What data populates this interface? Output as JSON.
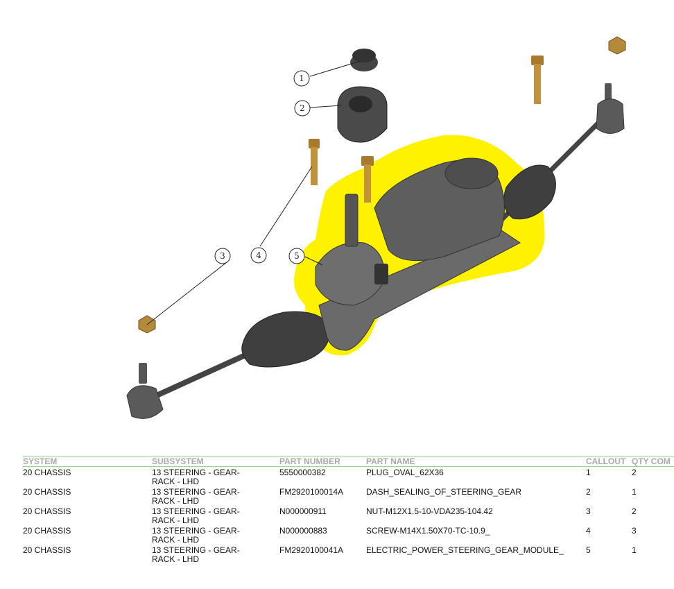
{
  "diagram": {
    "callouts": [
      "1",
      "2",
      "3",
      "4",
      "5"
    ],
    "highlight_color": "#fff200",
    "part_color": "#5a5a5a",
    "fastener_color": "#b8862f"
  },
  "table": {
    "headers": [
      "SYSTEM",
      "SUBSYSTEM",
      "PART NUMBER",
      "PART NAME",
      "CALLOUT",
      "QTY COM"
    ],
    "rows": [
      [
        "20 CHASSIS",
        "13 STEERING - GEAR-RACK - LHD",
        "5550000382",
        "PLUG_OVAL_62X36",
        "1",
        "2"
      ],
      [
        "20 CHASSIS",
        "13 STEERING - GEAR-RACK - LHD",
        "FM2920100014A",
        "DASH_SEALING_OF_STEERING_GEAR",
        "2",
        "1"
      ],
      [
        "20 CHASSIS",
        "13 STEERING - GEAR-RACK - LHD",
        "N000000911",
        "NUT-M12X1.5-10-VDA235-104.42",
        "3",
        "2"
      ],
      [
        "20 CHASSIS",
        "13 STEERING - GEAR-RACK - LHD",
        "N000000883",
        "SCREW-M14X1.50X70-TC-10.9_",
        "4",
        "3"
      ],
      [
        "20 CHASSIS",
        "13 STEERING - GEAR-RACK - LHD",
        "FM2920100041A",
        "ELECTRIC_POWER_STEERING_GEAR_MODULE_",
        "5",
        "1"
      ]
    ]
  }
}
